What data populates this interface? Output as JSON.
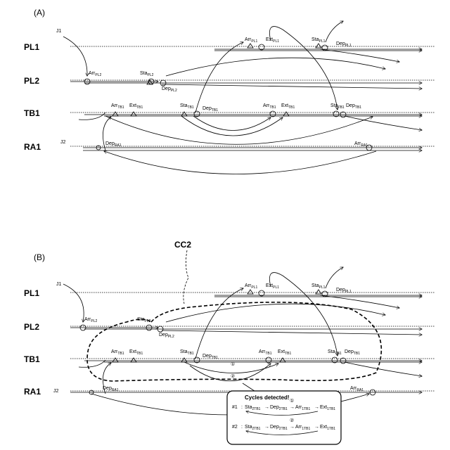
{
  "panels": [
    {
      "label": "(A)",
      "junctions": [
        "J1",
        "J2"
      ],
      "lanes": [
        "PL1",
        "PL2",
        "TB1",
        "RA1"
      ],
      "events": [
        {
          "base": "Arr",
          "sub": "PL1"
        },
        {
          "base": "Ext",
          "sub": "PL1"
        },
        {
          "base": "Sta",
          "sub": "PL1"
        },
        {
          "base": "Dep",
          "sub": "PL1"
        },
        {
          "base": "Arr",
          "sub": "PL2"
        },
        {
          "base": "Sta",
          "sub": "PL2"
        },
        {
          "base": "Dep",
          "sub": "PL2"
        },
        {
          "base": "Arr",
          "sub": "TB1"
        },
        {
          "base": "Ext",
          "sub": "TB1"
        },
        {
          "base": "Sta",
          "sub": "TB1"
        },
        {
          "base": "Dep",
          "sub": "TB1"
        },
        {
          "base": "Arr",
          "sub": "TB1"
        },
        {
          "base": "Ext",
          "sub": "TB1"
        },
        {
          "base": "Sta",
          "sub": "TB1"
        },
        {
          "base": "Dep",
          "sub": "TB1"
        },
        {
          "base": "Dep",
          "sub": "RA1"
        },
        {
          "base": "Arr",
          "sub": "RA1"
        }
      ]
    },
    {
      "label": "(B)",
      "cycle_label": "CC2",
      "junctions": [
        "J1",
        "J2"
      ],
      "lanes": [
        "PL1",
        "PL2",
        "TB1",
        "RA1"
      ],
      "events": [
        {
          "base": "Arr",
          "sub": "PL1"
        },
        {
          "base": "Ext",
          "sub": "PL1"
        },
        {
          "base": "Sta",
          "sub": "PL1"
        },
        {
          "base": "Dep",
          "sub": "PL1"
        },
        {
          "base": "Arr",
          "sub": "PL2"
        },
        {
          "base": "Sta",
          "sub": "PL2"
        },
        {
          "base": "Dep",
          "sub": "PL2"
        },
        {
          "base": "Arr",
          "sub": "TB1"
        },
        {
          "base": "Ext",
          "sub": "TB1"
        },
        {
          "base": "Sta",
          "sub": "TB1"
        },
        {
          "base": "Dep",
          "sub": "TB1"
        },
        {
          "base": "Arr",
          "sub": "TB1"
        },
        {
          "base": "Ext",
          "sub": "TB1"
        },
        {
          "base": "Sta",
          "sub": "TB1"
        },
        {
          "base": "Dep",
          "sub": "TB1"
        },
        {
          "base": "Dep",
          "sub": "RA1"
        },
        {
          "base": "Arr",
          "sub": "RA1"
        }
      ],
      "markers": [
        "①",
        "②"
      ],
      "detection_box": {
        "title": "Cycles detected!",
        "cycles": [
          {
            "id": "#1",
            "marker": "①",
            "steps": [
              {
                "base": "Sta",
                "sub": "2TB1"
              },
              {
                "base": "Dep",
                "sub": "2TB1"
              },
              {
                "base": "Arr",
                "sub": "1TB1"
              },
              {
                "base": "Ext",
                "sub": "1TB1"
              }
            ]
          },
          {
            "id": "#2",
            "marker": "②",
            "steps": [
              {
                "base": "Sta",
                "sub": "2TB1"
              },
              {
                "base": "Dep",
                "sub": "2TB1"
              },
              {
                "base": "Arr",
                "sub": "1TB1"
              },
              {
                "base": "Ext",
                "sub": "1TB1"
              }
            ]
          }
        ]
      }
    }
  ]
}
